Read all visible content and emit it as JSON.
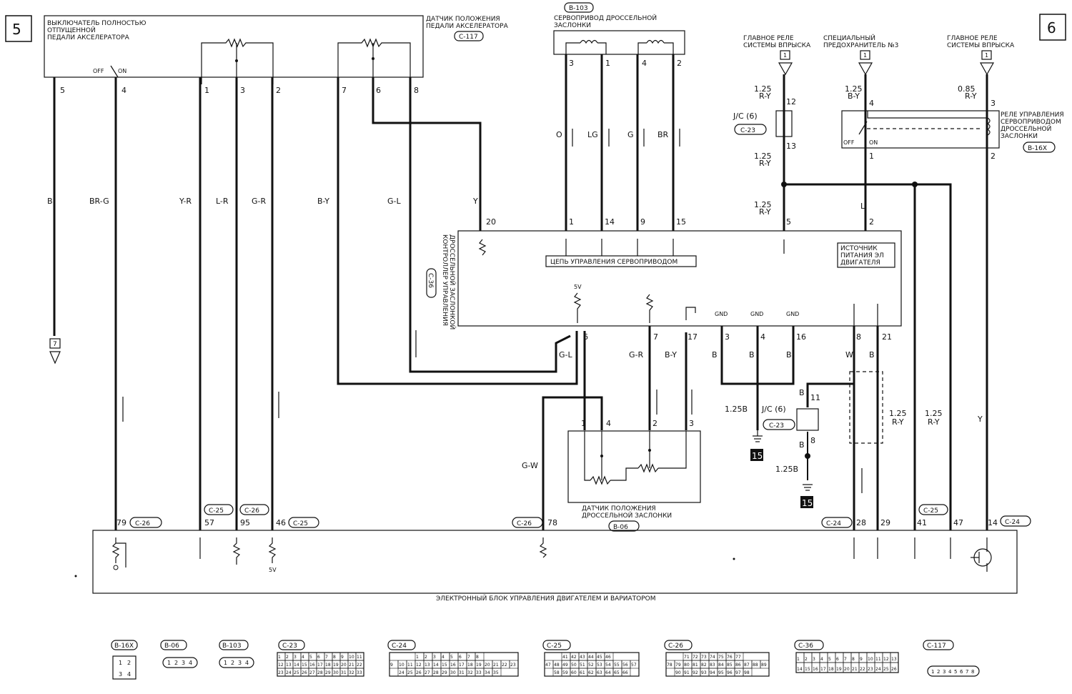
{
  "page_markers": {
    "left": "5",
    "right": "6"
  },
  "accel_switch": {
    "title_lines": [
      "ВЫКЛЮЧАТЕЛЬ ПОЛНОСТЬЮ",
      "ОТПУЩЕННОЙ",
      "ПЕДАЛИ АКСЕЛЕРАТОРА"
    ],
    "off": "OFF",
    "on": "ON"
  },
  "pedal_sensor": {
    "title_lines": [
      "ДАТЧИК ПОЛОЖЕНИЯ",
      "ПЕДАЛИ АКСЕЛЕРАТОРА"
    ],
    "connector": "C-117"
  },
  "servo": {
    "connector": "B-103",
    "title_lines": [
      "СЕРВОПРИВОД ДРОССЕЛЬНОЙ",
      "ЗАСЛОНКИ"
    ]
  },
  "relay_main_1": {
    "title_lines": [
      "ГЛАВНОЕ РЕЛЕ",
      "СИСТЕМЫ ВПРЫСКА"
    ],
    "tag": "1"
  },
  "fuse_3": {
    "title_lines": [
      "СПЕЦИАЛЬНЫЙ",
      "ПРЕДОХРАНИТЕЛЬ №3"
    ],
    "tag": "1"
  },
  "relay_main_2": {
    "title_lines": [
      "ГЛАВНОЕ РЕЛЕ",
      "СИСТЕМЫ ВПРЫСКА"
    ],
    "tag": "1"
  },
  "servo_relay": {
    "title_lines": [
      "РЕЛЕ УПРАВЛЕНИЯ",
      "СЕРВОПРИВОДОМ",
      "ДРОССЕЛЬНОЙ",
      "ЗАСЛОНКИ"
    ],
    "connector": "B-16X",
    "off": "OFF",
    "on": "ON"
  },
  "jc": {
    "top_label": "J/C (6)",
    "top_connector": "C-23",
    "bottom_label": "J/C (6)",
    "bottom_connector": "C-23"
  },
  "throttle_controller": {
    "title_lines": [
      "КОНТРОЛЛЕР УПРАВЛЕНИЯ",
      "ДРОССЕЛЬНОЙ ЗАСЛОНКОЙ"
    ],
    "connector": "C-36",
    "servo_circuit": "ЦЕПЬ УПРАВЛЕНИЯ СЕРВОПРИВОДОМ",
    "power_lines": [
      "ИСТОЧНИК",
      "ПИТАНИЯ ЭЛ",
      "ДВИГАТЕЛЯ"
    ],
    "gnd": "GND",
    "v5": "5V"
  },
  "tps": {
    "title_lines": [
      "ДАТЧИК ПОЛОЖЕНИЯ",
      "ДРОССЕЛЬНОЙ ЗАСЛОНКИ"
    ],
    "connector": "B-06"
  },
  "ecu": {
    "title": "ЭЛЕКТРОННЫЙ БЛОК УПРАВЛЕНИЯ ДВИГАТЕЛЕМ И ВАРИАТОРОМ",
    "v5": "5V"
  },
  "wire_colors": {
    "b": "B",
    "br_g": "BR-G",
    "y_r": "Y-R",
    "l_r": "L-R",
    "g_r": "G-R",
    "b_y": "B-Y",
    "g_l": "G-L",
    "y": "Y",
    "o": "O",
    "lg": "LG",
    "g": "G",
    "br": "BR",
    "l": "L",
    "g_w": "G-W",
    "w": "W"
  },
  "wire_sizes": {
    "r125": "1.25",
    "r085": "0.85",
    "ry": "R-Y",
    "by": "B-Y",
    "b125": "1.25B"
  },
  "ground_tag": "15",
  "tag_7": "7",
  "pins": {
    "sw5": "5",
    "sw4": "4",
    "p1": "1",
    "p3": "3",
    "p2": "2",
    "p7": "7",
    "p6": "6",
    "p8": "8",
    "s3": "3",
    "s1": "1",
    "s4": "4",
    "s2": "2",
    "r12": "12",
    "r13": "13",
    "r5": "5",
    "f4": "4",
    "f1": "1",
    "f2": "2",
    "m3": "3",
    "m2": "2",
    "c20": "20",
    "c1": "1",
    "c14": "14",
    "c9": "9",
    "c15": "15",
    "c6": "6",
    "c7": "7",
    "c17": "17",
    "c3": "3",
    "c4": "4",
    "c16": "16",
    "c8": "8",
    "c21": "21",
    "j11": "11",
    "j8": "8",
    "t1": "1",
    "t4": "4",
    "t2": "2",
    "t3": "3",
    "e79": "79",
    "e57": "57",
    "e95": "95",
    "e46": "46",
    "e78": "78",
    "e28": "28",
    "e29": "29",
    "e41": "41",
    "e47": "47",
    "e14": "14"
  },
  "ecu_connectors": {
    "c26": "C-26",
    "c25": "C-25",
    "c24": "C-24"
  },
  "legend": {
    "connectors": [
      "B-16X",
      "B-06",
      "B-103",
      "C-23",
      "C-24",
      "C-25",
      "C-26",
      "C-36",
      "C-117"
    ],
    "b16x_pins": [
      "1",
      "2",
      "3",
      "4"
    ],
    "b06_pins": [
      "1",
      "2",
      "3",
      "4"
    ],
    "b103_pins": [
      "1",
      "2",
      "3",
      "4"
    ],
    "c23_rows": [
      [
        "1",
        "2",
        "3",
        "4",
        "5",
        "6",
        "7",
        "8",
        "9",
        "10",
        "11"
      ],
      [
        "12",
        "13",
        "14",
        "15",
        "16",
        "17",
        "18",
        "19",
        "20",
        "21",
        "22"
      ],
      [
        "23",
        "24",
        "25",
        "26",
        "27",
        "28",
        "29",
        "30",
        "31",
        "32",
        "33"
      ]
    ],
    "c24_rows": [
      [
        "1",
        "2",
        "3",
        "4",
        "5",
        "6",
        "7",
        "8"
      ],
      [
        "9",
        "10",
        "11",
        "12",
        "13",
        "14",
        "15",
        "16",
        "17",
        "18",
        "19",
        "20",
        "21",
        "22",
        "23"
      ],
      [
        "24",
        "25",
        "26",
        "27",
        "28",
        "29",
        "30",
        "31",
        "32",
        "33",
        "34",
        "35"
      ]
    ],
    "c25_rows": [
      [
        "41",
        "42",
        "43",
        "44",
        "45",
        "46"
      ],
      [
        "47",
        "48",
        "49",
        "50",
        "51",
        "52",
        "53",
        "54",
        "55",
        "56",
        "57"
      ],
      [
        "58",
        "59",
        "60",
        "61",
        "62",
        "63",
        "64",
        "65",
        "66"
      ]
    ],
    "c26_rows": [
      [
        "71",
        "72",
        "73",
        "74",
        "75",
        "76",
        "77"
      ],
      [
        "78",
        "79",
        "80",
        "81",
        "82",
        "83",
        "84",
        "85",
        "86",
        "87",
        "88",
        "89"
      ],
      [
        "90",
        "91",
        "92",
        "93",
        "94",
        "95",
        "96",
        "97",
        "98"
      ]
    ],
    "c36_rows": [
      [
        "1",
        "2",
        "3",
        "4",
        "5",
        "6",
        "7",
        "8",
        "9",
        "10",
        "11",
        "12",
        "13"
      ],
      [
        "14",
        "15",
        "16",
        "17",
        "18",
        "19",
        "20",
        "21",
        "22",
        "23",
        "24",
        "25",
        "26"
      ]
    ],
    "c117_pins": [
      "1",
      "2",
      "3",
      "4",
      "5",
      "6",
      "7",
      "8"
    ]
  }
}
